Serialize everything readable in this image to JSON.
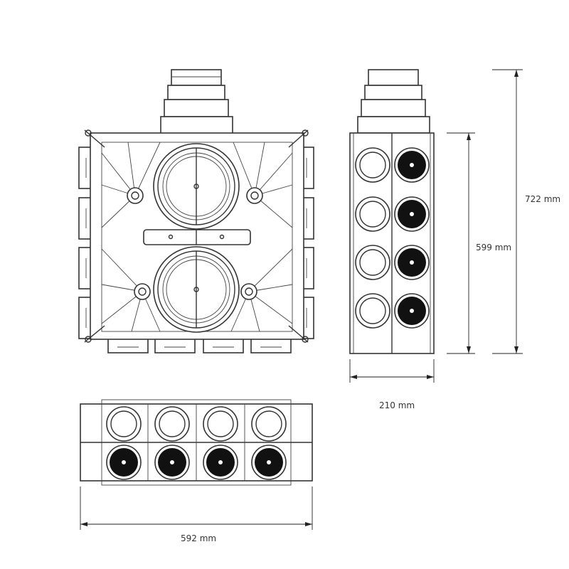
{
  "dimensions": {
    "front_height": "722 mm",
    "body_height": "599 mm",
    "depth": "210 mm",
    "width": "592 mm"
  },
  "colors": {
    "line": "#333333",
    "port_dark": "#111111",
    "background": "#ffffff"
  },
  "views": {
    "front": {
      "large_ports": 2,
      "mount_holes": 4,
      "side_tabs_per_side": 4,
      "bottom_tabs": 4
    },
    "side": {
      "open_ports": 4,
      "closed_ports": 4
    },
    "bottom": {
      "open_ports": 4,
      "closed_ports": 4
    }
  }
}
